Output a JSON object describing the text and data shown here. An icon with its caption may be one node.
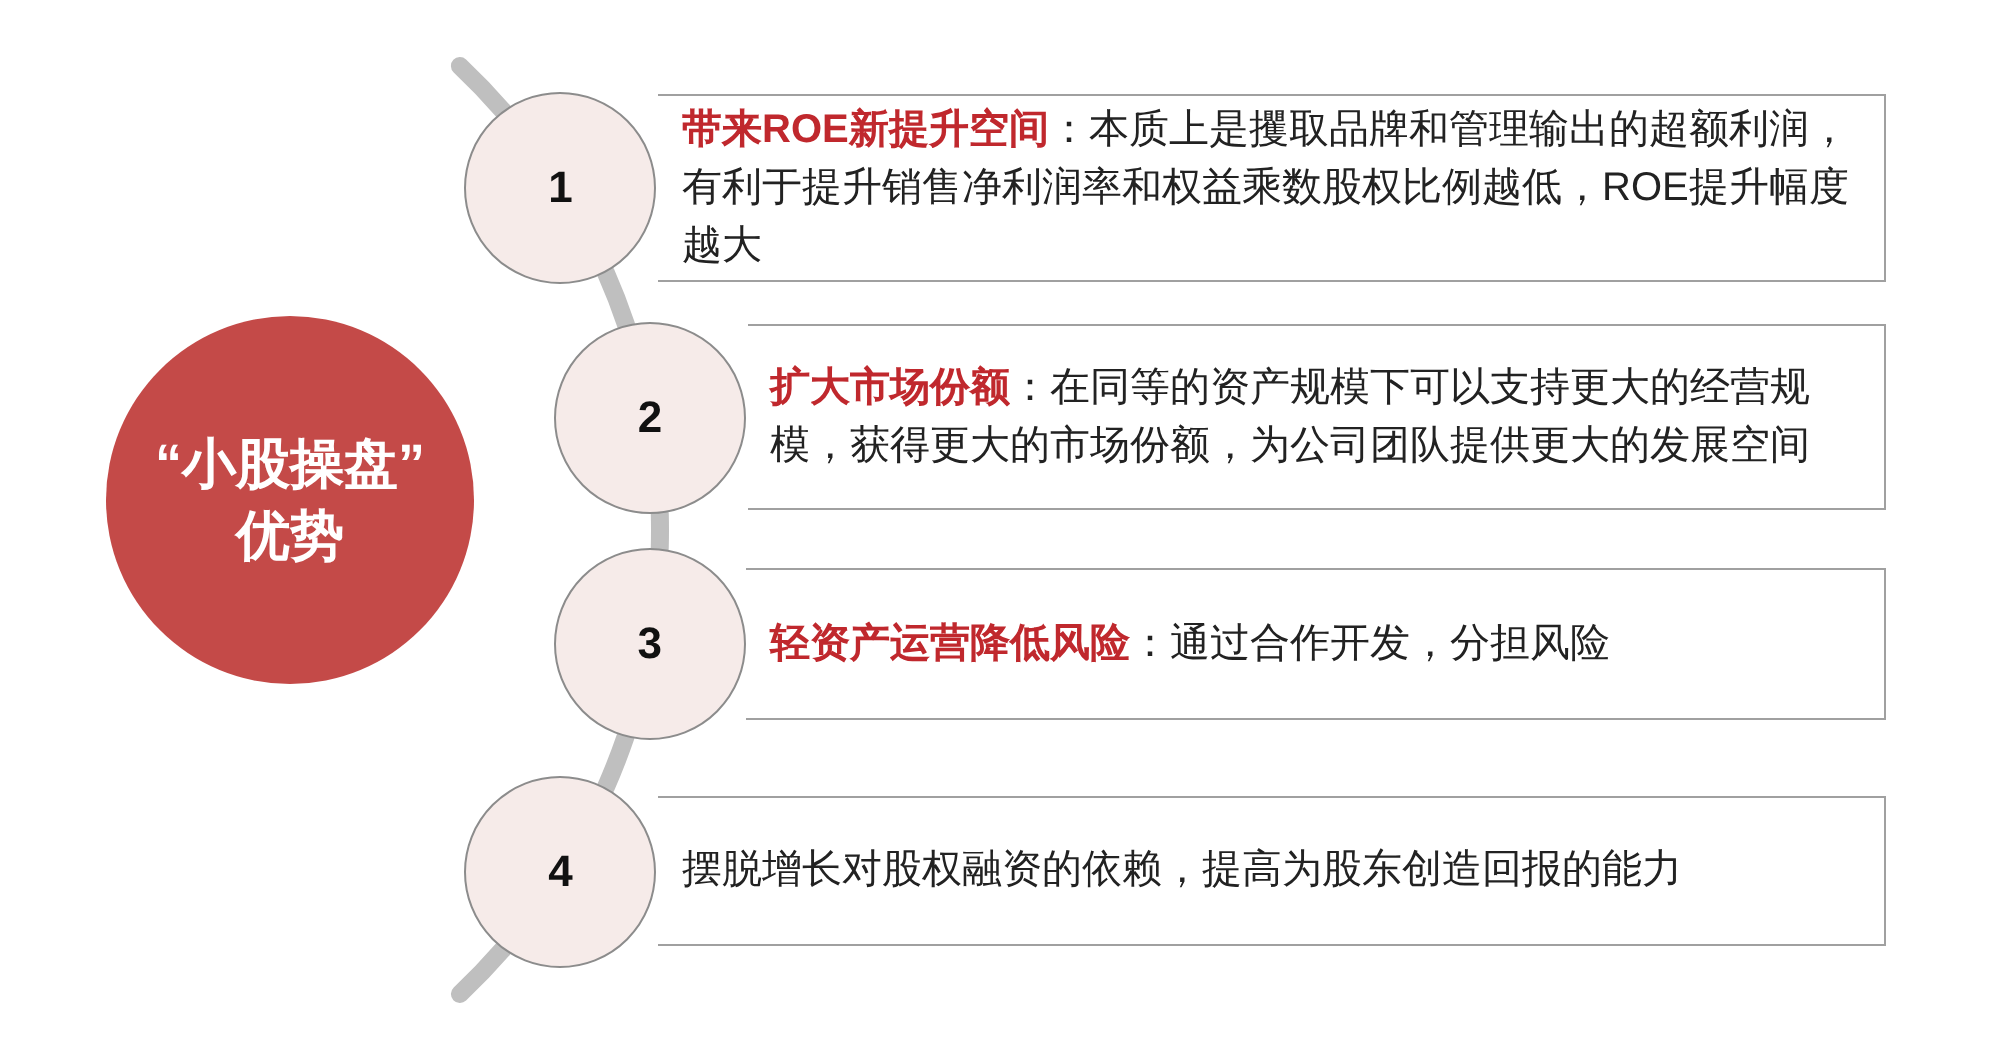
{
  "diagram": {
    "nodes": [
      {
        "text": [
          "“小股操盘”优势"
        ]
      },
      {
        "text": [
          "1"
        ]
      },
      {
        "text": [
          "**带来ROE新提升空间**：本质上是攫取品牌和管理输出的超额利润，有利于提升销售净利润率和权益乘数股权比例越低，ROE提升幅度越大"
        ]
      },
      {
        "text": [
          "2"
        ]
      },
      {
        "text": [
          "**扩大市场份额**：在同等的资产规模下可以支持更大的经营规模，获得更大的市场份额，为公司团队提供更大的发展空间"
        ]
      },
      {
        "text": [
          "3"
        ]
      },
      {
        "text": [
          "**轻资产运营降低风险**：通过合作开发，分担风险"
        ]
      },
      {
        "text": [
          "4"
        ]
      },
      {
        "text": [
          "摆脱增长对股权融资的依赖，提高为股东创造回报的能力"
        ]
      }
    ],
    "edges": [
      {
        "from": 1,
        "to": 3,
        "arrow": "none"
      },
      {
        "from": 3,
        "to": 5,
        "arrow": "none"
      },
      {
        "from": 5,
        "to": 7,
        "arrow": "none"
      }
    ]
  }
}
